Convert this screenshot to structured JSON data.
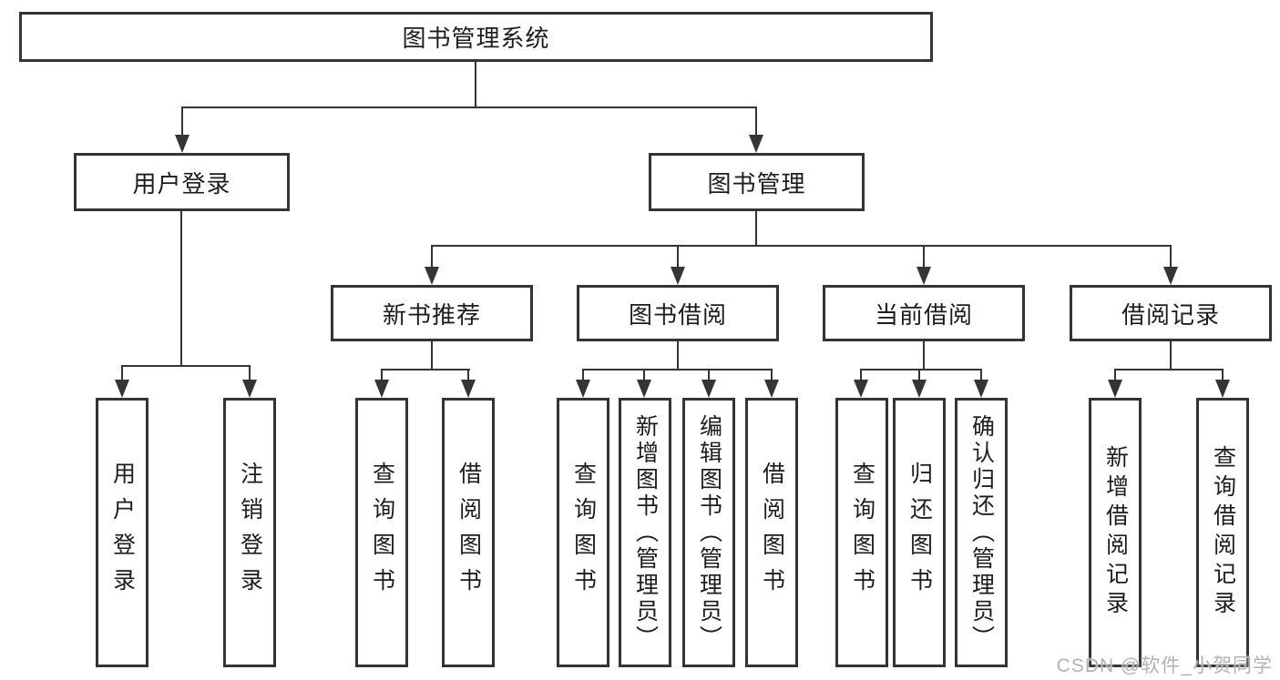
{
  "diagram": {
    "title": "图书管理系统",
    "root": {
      "label": "图书管理系统"
    },
    "level2": [
      {
        "id": "user-login",
        "label": "用户登录"
      },
      {
        "id": "book-mgmt",
        "label": "图书管理"
      }
    ],
    "level3": [
      {
        "id": "new-book-recommend",
        "label": "新书推荐",
        "parent": "book-mgmt"
      },
      {
        "id": "book-borrow",
        "label": "图书借阅",
        "parent": "book-mgmt"
      },
      {
        "id": "current-borrow",
        "label": "当前借阅",
        "parent": "book-mgmt"
      },
      {
        "id": "borrow-record",
        "label": "借阅记录",
        "parent": "book-mgmt"
      }
    ],
    "level4": [
      {
        "label": "用户登录",
        "parent": "user-login"
      },
      {
        "label": "注销登录",
        "parent": "user-login"
      },
      {
        "label": "查询图书",
        "parent": "new-book-recommend"
      },
      {
        "label": "借阅图书",
        "parent": "new-book-recommend"
      },
      {
        "label": "查询图书",
        "parent": "book-borrow"
      },
      {
        "label": "新增图书（管理员）",
        "parent": "book-borrow"
      },
      {
        "label": "编辑图书（管理员）",
        "parent": "book-borrow"
      },
      {
        "label": "借阅图书",
        "parent": "book-borrow"
      },
      {
        "label": "查询图书",
        "parent": "current-borrow"
      },
      {
        "label": "归还图书",
        "parent": "current-borrow"
      },
      {
        "label": "确认归还（管理员）",
        "parent": "current-borrow"
      },
      {
        "label": "新增借阅记录",
        "parent": "borrow-record"
      },
      {
        "label": "查询借阅记录",
        "parent": "borrow-record"
      }
    ]
  },
  "watermark": {
    "text": "CSDN @软件_小贺同学"
  },
  "colors": {
    "line": "#333538",
    "box_border": "#323436",
    "text": "#1d1d1f",
    "background": "#ffffff",
    "watermark": "#b2b2b2"
  }
}
